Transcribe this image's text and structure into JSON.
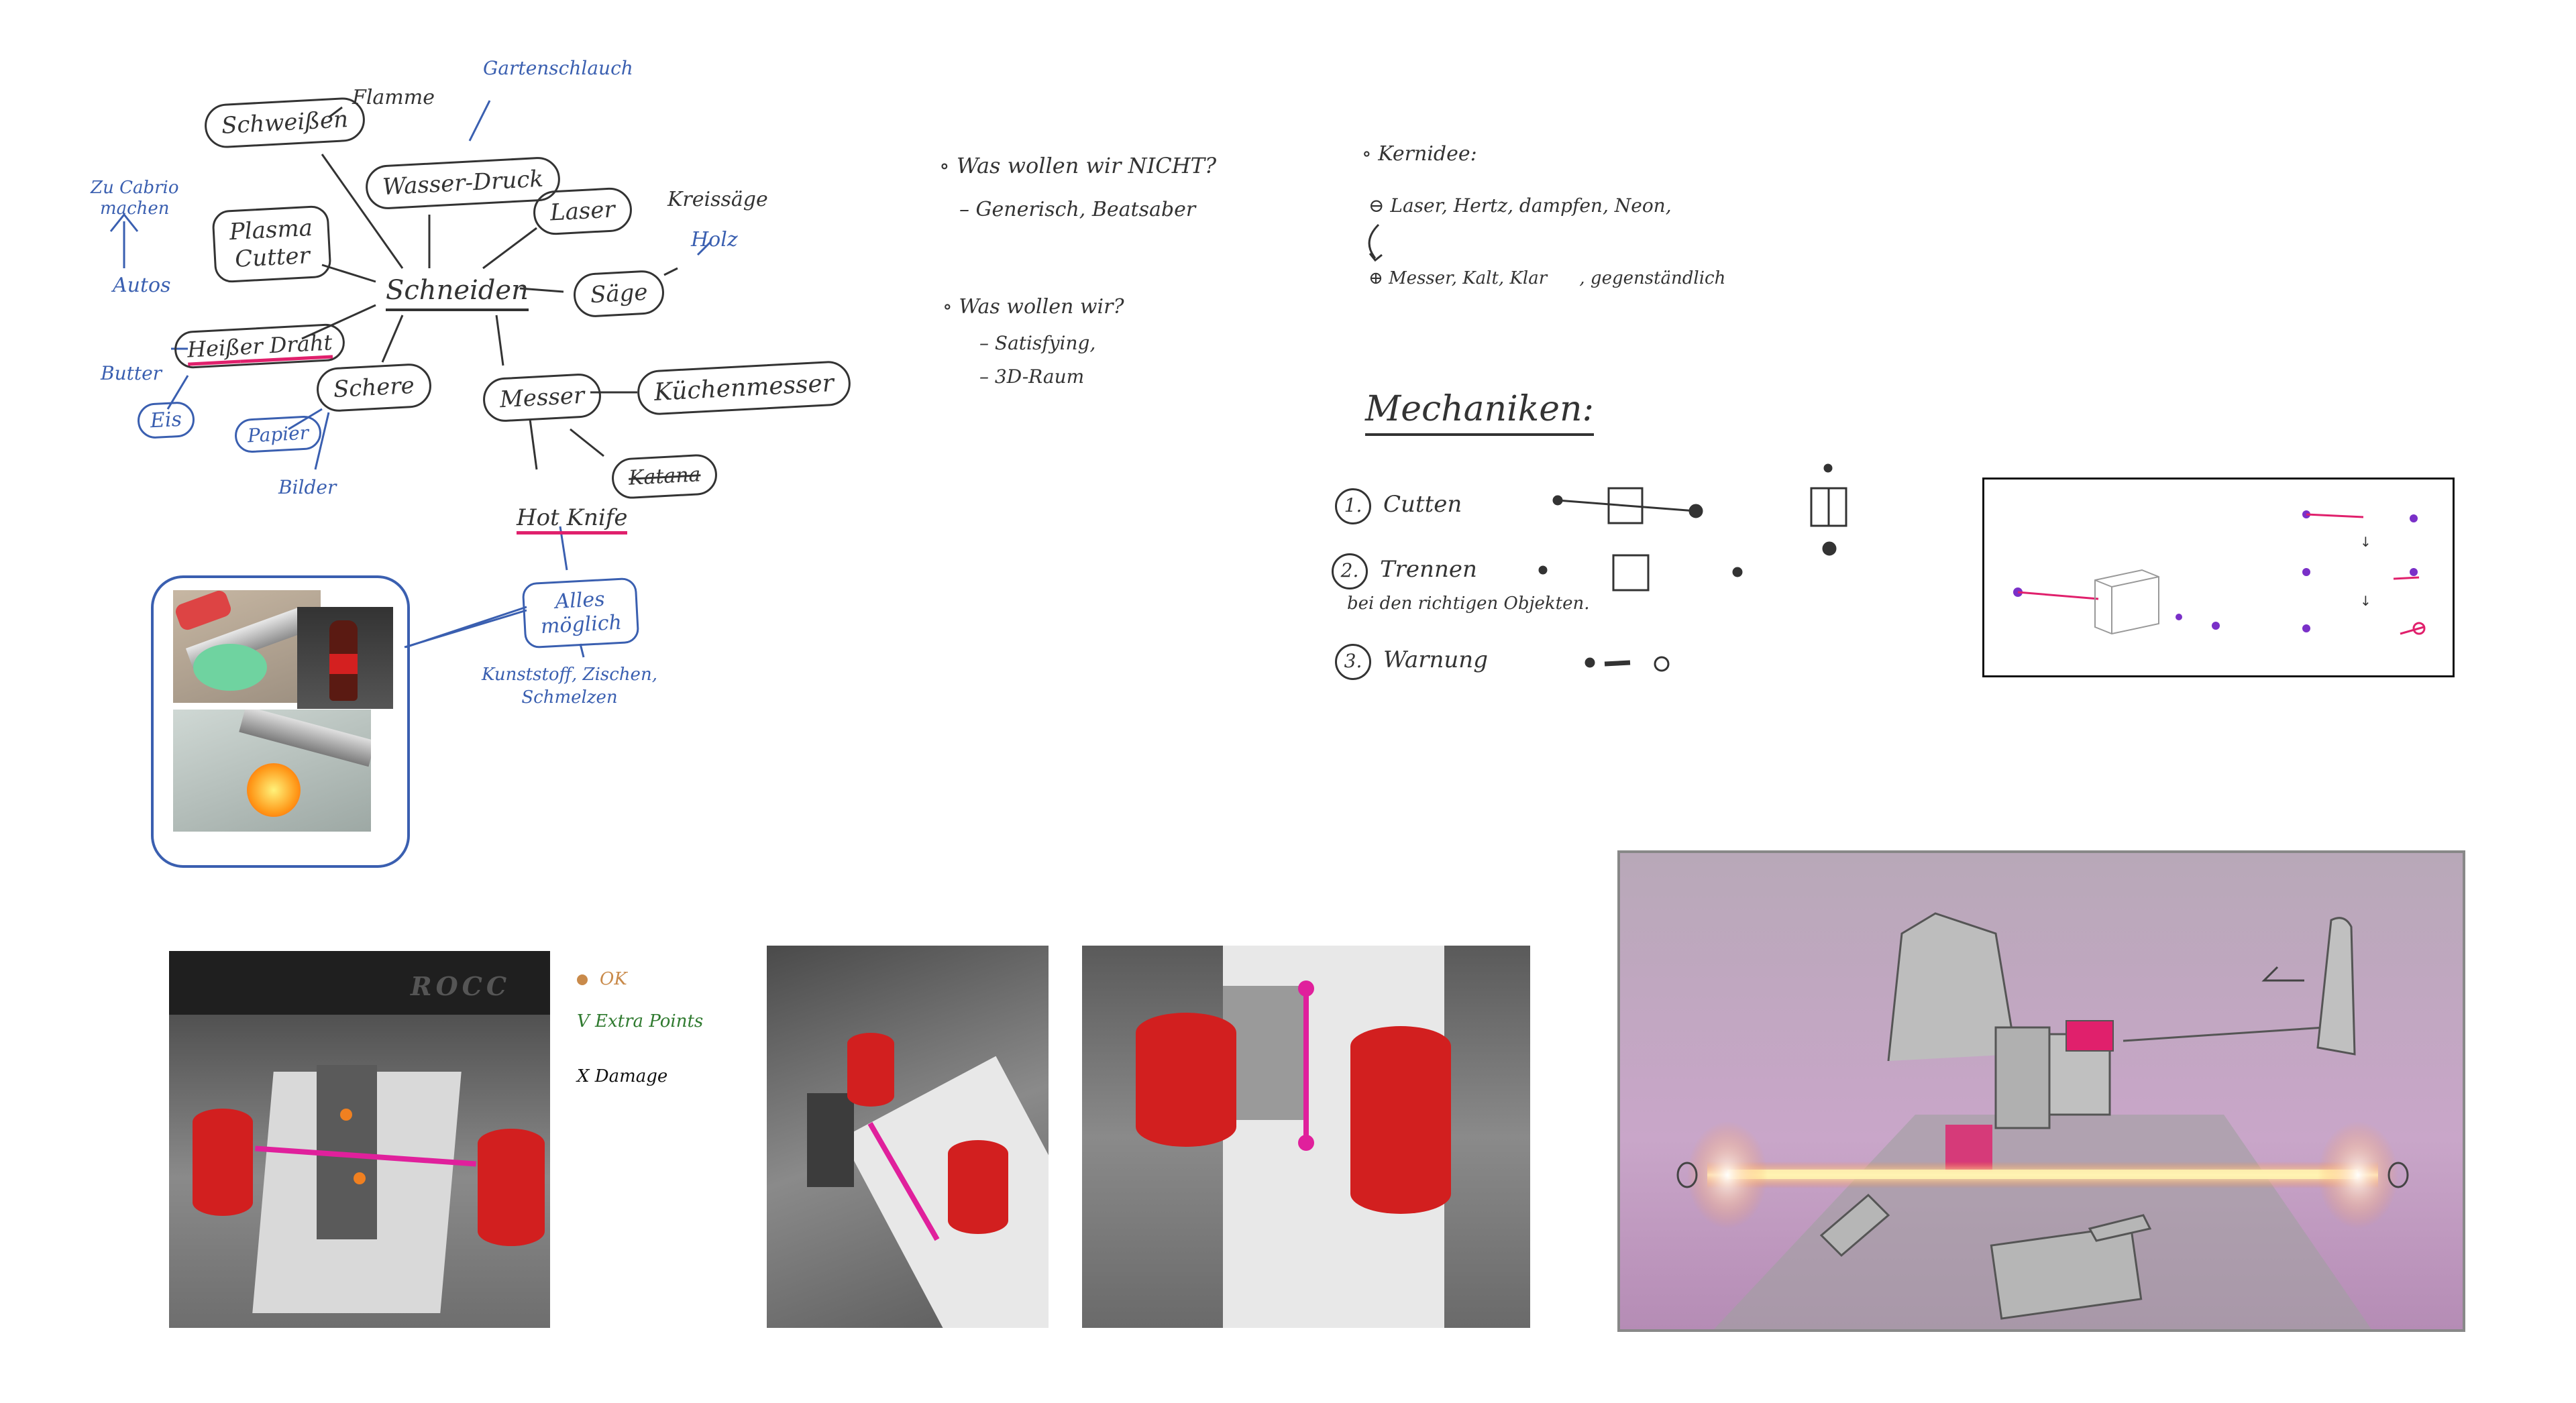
{
  "mindmap": {
    "center": "Schneiden",
    "nodes": {
      "schweissen": "Schweißen",
      "flamme": "Flamme",
      "gartenschlauch": "Gartenschlauch",
      "wasser_druck": "Wasser-Druck",
      "laser": "Laser",
      "kreissaege": "Kreissäge",
      "holz": "Holz",
      "saege": "Säge",
      "plasma_cutter_1": "Plasma",
      "plasma_cutter_2": "Cutter",
      "autos": "Autos",
      "zu_cabrio": "Zu Cabrio",
      "machen": "machen",
      "heisser_draht_1": "Heiß",
      "heisser_draht_2": "er Draht",
      "butter": "Butter",
      "eis": "Eis",
      "schere": "Schere",
      "papier": "Papier",
      "bilder": "Bilder",
      "messer": "Messer",
      "kuechenmesser": "Küchenmesser",
      "katana": "Katana",
      "hot_knife": "Hot Knife",
      "alles_moeglich_1": "Alles",
      "alles_moeglich_2": "möglich",
      "hot_knife_note_1": "Kunststoff, Zischen,",
      "hot_knife_note_2": "Schmelzen"
    }
  },
  "questions": {
    "not_heading": "Was wollen wir NICHT?",
    "not_item": "Generisch, Beatsaber",
    "want_heading": "Was wollen wir?",
    "want_item_1": "Satisfying,",
    "want_item_2": "3D-Raum"
  },
  "keyidea": {
    "heading": "Kernidee:",
    "minus_sign": "⊖",
    "minus_text": "Laser, Hertz, dampfen, Neon,",
    "plus_sign": "⊕",
    "plus_text": "Messer, Kalt, Klar",
    "plus_extra": ", gegenständlich"
  },
  "mechanics": {
    "heading": "Mechaniken:",
    "items": [
      {
        "num": "1.",
        "label": "Cutten"
      },
      {
        "num": "2.",
        "label": "Trennen",
        "sub": "bei den richtigen Objekten."
      },
      {
        "num": "3.",
        "label": "Warnung"
      }
    ]
  },
  "legend": {
    "ok": "OK",
    "extra": "V  Extra Points",
    "damage": "X  Damage"
  },
  "photo_overlay": {
    "brand_text": "ROCC"
  },
  "colors": {
    "ink": "#333333",
    "blue_ink": "#3a5fb0",
    "pink": "#e0206c",
    "red_piece": "#d62828",
    "laser_glow": "#ffb347",
    "concept_bg": "#c9a6bf"
  }
}
